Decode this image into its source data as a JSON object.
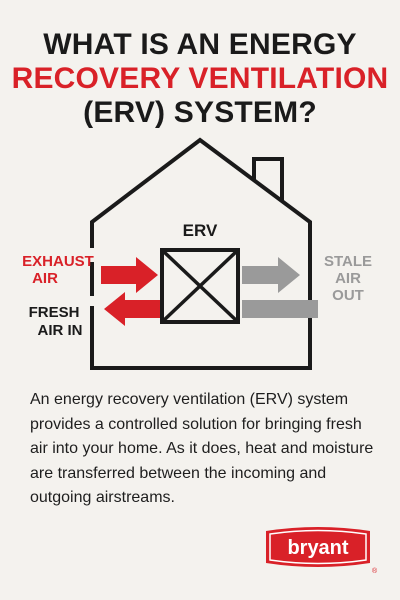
{
  "title": {
    "line1": "WHAT IS AN ENERGY",
    "line2": "RECOVERY VENTILATION",
    "line3": "(ERV) SYSTEM?"
  },
  "diagram": {
    "unit_label": "ERV",
    "exhaust_label": [
      "EXHAUST",
      "AIR"
    ],
    "fresh_label": [
      "FRESH",
      "AIR IN"
    ],
    "stale_label": [
      "STALE",
      "AIR",
      "OUT"
    ]
  },
  "description": "An energy recovery ventilation (ERV) system provides a controlled solution for bringing fresh air into your home. As it does, heat and moisture are transferred between the incoming and outgoing airstreams.",
  "logo": {
    "text": "bryant",
    "registered": "®"
  },
  "colors": {
    "accent_red": "#d92128",
    "dark": "#1a1a1a",
    "gray_arrow": "#9a9a9a",
    "background": "#f4f2ee"
  }
}
